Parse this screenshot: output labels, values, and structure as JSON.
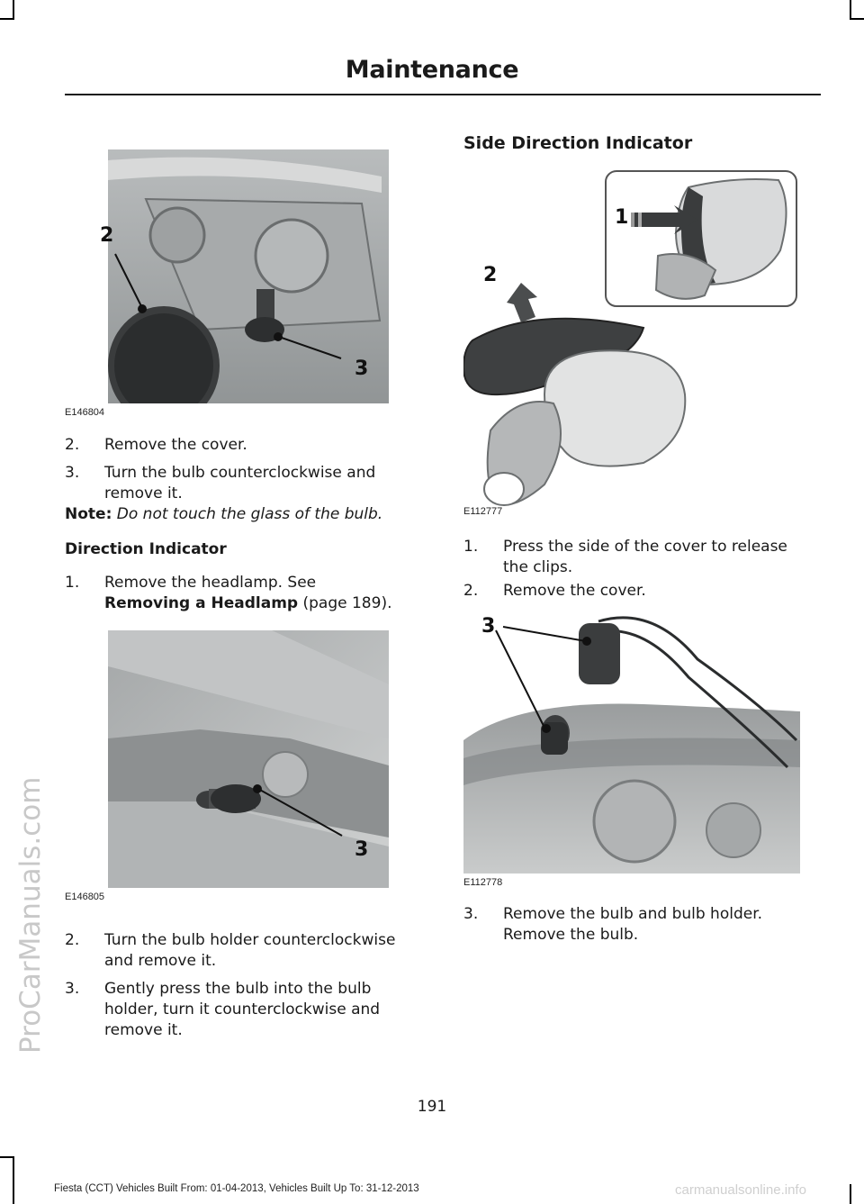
{
  "header": {
    "title": "Maintenance"
  },
  "watermark": {
    "side": "ProCarManuals.com",
    "bottom": "carmanualsonline.info"
  },
  "left": {
    "fig1": {
      "code": "E146804",
      "callouts": [
        "2",
        "3"
      ]
    },
    "steps_a": [
      {
        "num": "2.",
        "lines": [
          "Remove the cover."
        ]
      },
      {
        "num": "3.",
        "lines": [
          "Turn the bulb counterclockwise and",
          "remove it."
        ]
      }
    ],
    "note": {
      "label": "Note:",
      "text": "Do not touch the glass of the bulb."
    },
    "direction_heading": "Direction Indicator",
    "step_b1": {
      "num": "1.",
      "line1": "Remove the headlamp.  See",
      "link": "Removing a Headlamp",
      "page": "(page 189)."
    },
    "fig2": {
      "code": "E146805",
      "callouts": [
        "3"
      ]
    },
    "steps_c": [
      {
        "num": "2.",
        "lines": [
          "Turn the bulb holder counterclockwise",
          "and remove it."
        ]
      },
      {
        "num": "3.",
        "lines": [
          "Gently press the bulb into the bulb",
          "holder, turn it counterclockwise and",
          "remove it."
        ]
      }
    ]
  },
  "right": {
    "heading": "Side Direction Indicator",
    "fig3": {
      "code": "E112777",
      "callouts": [
        "1",
        "2"
      ]
    },
    "steps_a": [
      {
        "num": "1.",
        "lines": [
          "Press the side of the cover to release",
          "the clips."
        ]
      },
      {
        "num": "2.",
        "lines": [
          "Remove the cover."
        ]
      }
    ],
    "fig4": {
      "code": "E112778",
      "callouts": [
        "3"
      ]
    },
    "steps_b": [
      {
        "num": "3.",
        "lines": [
          "Remove the bulb and bulb holder.",
          "Remove the bulb."
        ]
      }
    ]
  },
  "footer": {
    "page_number": "191",
    "text": "Fiesta (CCT) Vehicles Built From: 01-04-2013, Vehicles Built Up To: 31-12-2013"
  }
}
